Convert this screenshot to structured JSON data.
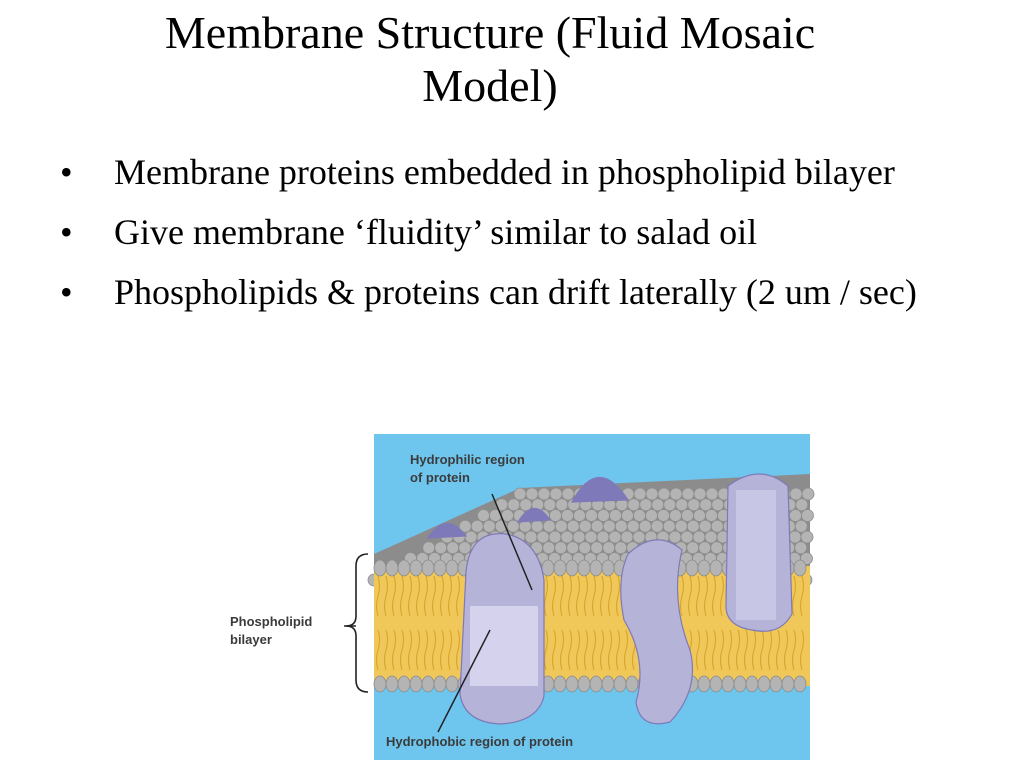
{
  "slide": {
    "title": "Membrane Structure (Fluid Mosaic Model)",
    "bullets": [
      "Membrane proteins embedded in phospholipid bilayer",
      "Give membrane ‘fluidity’ similar to salad oil",
      "Phospholipids & proteins can drift laterally (2 um / sec)"
    ],
    "bullet_marker": "•"
  },
  "figure": {
    "labels": {
      "hydrophilic_line1": "Hydrophilic region",
      "hydrophilic_line2": "of protein",
      "bilayer_line1": "Phospholipid",
      "bilayer_line2": "bilayer",
      "hydrophobic": "Hydrophobic region of protein"
    },
    "colors": {
      "sky": "#6ec6ef",
      "head": "#b4b4b4",
      "head_dark": "#8c8c8c",
      "tail": "#f0c85a",
      "tail_dark": "#d9a62e",
      "protein": "#b6b3d9",
      "protein_dark": "#7e79b8",
      "protein_light": "#d7d5ee"
    }
  }
}
